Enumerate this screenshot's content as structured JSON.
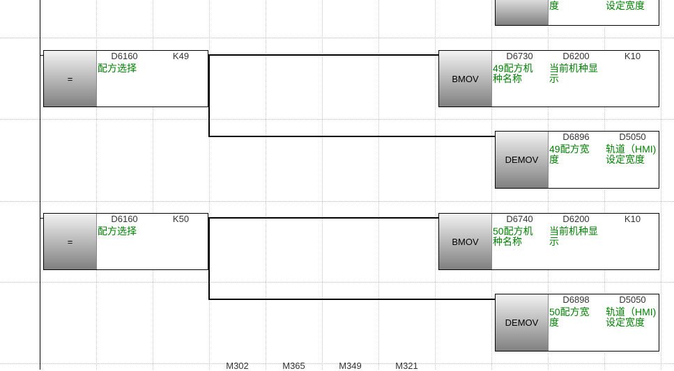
{
  "top_partial": {
    "comment1": "度",
    "comment2": "设定宽度"
  },
  "rungs": [
    {
      "compare": {
        "op": "=",
        "s1": "D6160",
        "s1_comment": "配方选择",
        "s2": "K49"
      },
      "bmov": {
        "op": "BMOV",
        "s": "D6730",
        "s_comment": "49配方机\n种名称",
        "d": "D6200",
        "d_comment": "当前机种显\n示",
        "n": "K10"
      },
      "demov": {
        "op": "DEMOV",
        "s": "D6896",
        "s_comment": "49配方宽\n度",
        "d": "D5050",
        "d_comment": "轨道（HMI)\n设定宽度"
      }
    },
    {
      "compare": {
        "op": "=",
        "s1": "D6160",
        "s1_comment": "配方选择",
        "s2": "K50"
      },
      "bmov": {
        "op": "BMOV",
        "s": "D6740",
        "s_comment": "50配方机\n种名称",
        "d": "D6200",
        "d_comment": "当前机种显\n示",
        "n": "K10"
      },
      "demov": {
        "op": "DEMOV",
        "s": "D6898",
        "s_comment": "50配方宽\n度",
        "d": "D5050",
        "d_comment": "轨道（HMI)\n设定宽度"
      }
    }
  ],
  "next_rung_contacts": [
    "M302",
    "M365",
    "M349",
    "M321"
  ]
}
